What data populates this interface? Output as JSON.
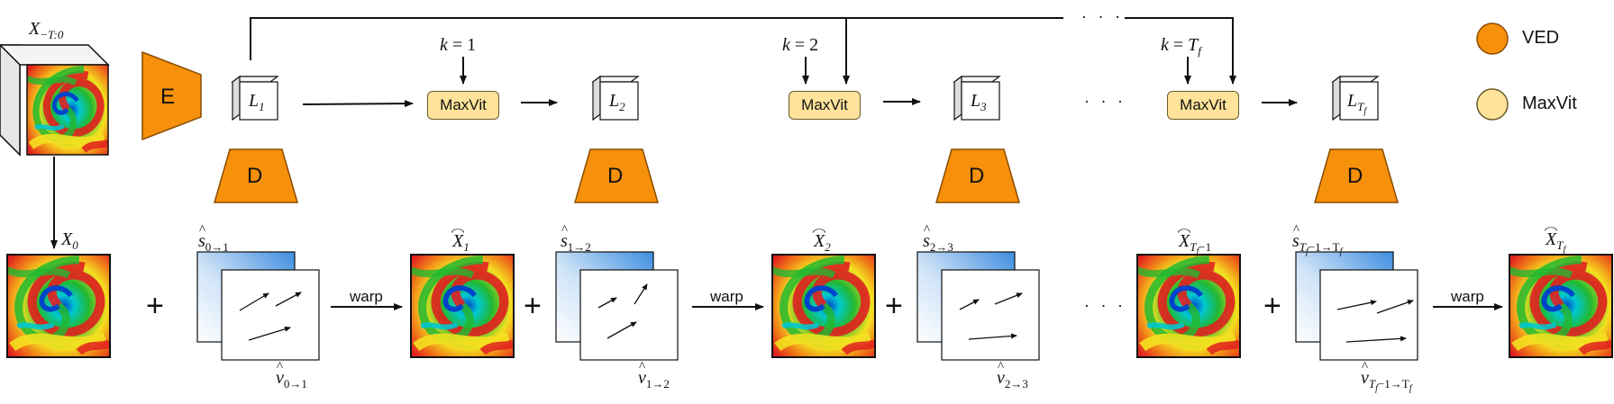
{
  "input_label": "X",
  "input_label_sub": "−T:0",
  "x0_label": "X",
  "x0_label_sub": "0",
  "encoder_label": "E",
  "decoder_label": "D",
  "processor_label": "MaxVit",
  "warp_label": "warp",
  "plus_label": "+",
  "ellipsis": "· · ·",
  "k_var": "k",
  "k_values": [
    "1",
    "2",
    "T"
  ],
  "k_last_sub": "f",
  "latents": [
    {
      "base": "L",
      "sub": "1"
    },
    {
      "base": "L",
      "sub": "2"
    },
    {
      "base": "L",
      "sub": "3"
    },
    {
      "base": "L",
      "sub": "T",
      "subsub": "f"
    }
  ],
  "predictions": [
    {
      "base": "X",
      "sub": "1"
    },
    {
      "base": "X",
      "sub": "2"
    },
    {
      "base": "X",
      "sub": "T",
      "subsub": "f",
      "tail": "−1"
    },
    {
      "base": "X",
      "sub": "T",
      "subsub": "f"
    }
  ],
  "s_labels": [
    {
      "base": "s",
      "sub": "0→1"
    },
    {
      "base": "s",
      "sub": "1→2"
    },
    {
      "base": "s",
      "sub": "2→3"
    },
    {
      "base": "s",
      "sub": "T",
      "subsub": "f",
      "tail": "−1→T",
      "tailsub": "f"
    }
  ],
  "v_labels": [
    {
      "base": "v",
      "sub": "0→1"
    },
    {
      "base": "v",
      "sub": "1→2"
    },
    {
      "base": "v",
      "sub": "2→3"
    },
    {
      "base": "v",
      "sub": "T",
      "subsub": "f",
      "tail": "−1→T",
      "tailsub": "f"
    }
  ],
  "legend": [
    {
      "label": "VED",
      "color": "#f7900a"
    },
    {
      "label": "MaxVit",
      "color": "#ffe39a"
    }
  ],
  "colors": {
    "encoder": "#f7900a",
    "processor": "#ffe39a",
    "line": "#111111"
  }
}
